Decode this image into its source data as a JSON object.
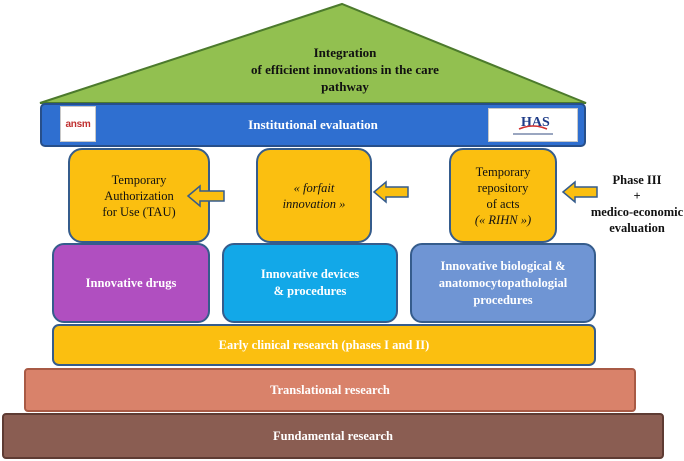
{
  "roof": {
    "line1": "Integration",
    "line2": "of efficient innovations in the care",
    "line3": "pathway",
    "color": "#92c050"
  },
  "institutional": {
    "label": "Institutional evaluation",
    "logo_left": "ansm",
    "logo_right": "HAS"
  },
  "top_boxes": [
    {
      "lines": [
        "Temporary",
        "Authorization",
        "for Use (TAU)"
      ]
    },
    {
      "lines": [
        "« forfait",
        "innovation »"
      ]
    },
    {
      "lines": [
        "Temporary",
        "repository",
        "of acts",
        "(« RIHN »)"
      ]
    }
  ],
  "phase": {
    "line1": "Phase III",
    "line2": "+",
    "line3": "medico-economic",
    "line4": "evaluation"
  },
  "middle_boxes": [
    {
      "lines": [
        "Innovative drugs"
      ],
      "color": "#b04fc0"
    },
    {
      "lines": [
        "Innovative devices",
        "& procedures"
      ],
      "color": "#12a8e8"
    },
    {
      "lines": [
        "Innovative biological &",
        "anatomocytopathologial",
        "procedures"
      ],
      "color": "#6f95d4"
    }
  ],
  "foundations": {
    "early": "Early clinical research (phases I and II)",
    "translational": "Translational research",
    "fundamental": "Fundamental research"
  },
  "colors": {
    "orange": "#fbbf10",
    "blue_bar": "#2f6fd0",
    "translational": "#d9826a",
    "fundamental": "#8a5d52"
  }
}
